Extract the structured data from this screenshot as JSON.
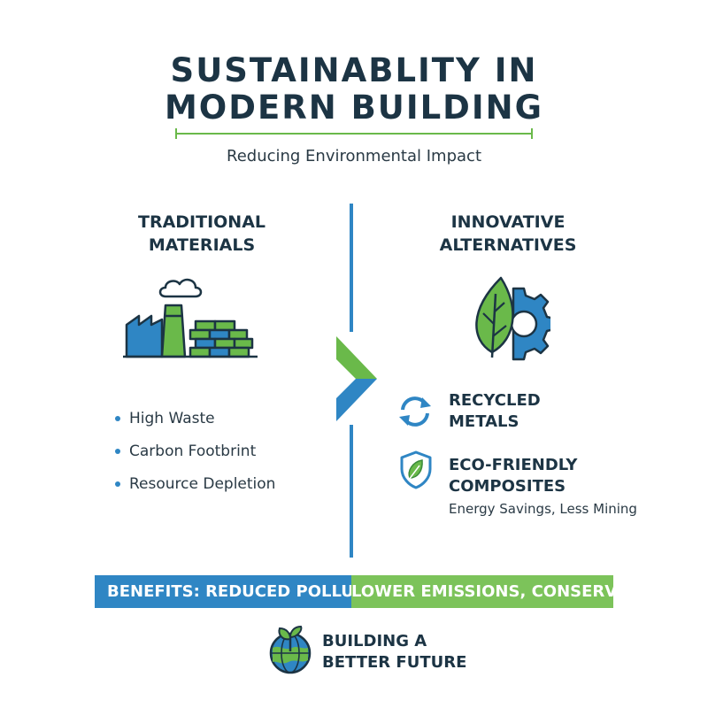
{
  "header": {
    "title_line1": "SUSTAINABLITY IN",
    "title_line2": "MODERN BUILDING",
    "subtitle": "Reducing Environmental Impact"
  },
  "left": {
    "heading_line1": "TRADITIONAL",
    "heading_line2": "MATERIALS",
    "icon": "factory-and-bricks-icon",
    "bullets": [
      "High Waste",
      "Carbon Footbrint",
      "Resource Depletion"
    ]
  },
  "right": {
    "heading_line1": "INNOVATIVE",
    "heading_line2": "ALTERNATIVES",
    "icon": "leaf-gear-icon",
    "items": [
      {
        "icon": "recycle-arrows-icon",
        "label_line1": "RECYCLED",
        "label_line2": "METALS"
      },
      {
        "icon": "leaf-shield-icon",
        "label_line1": "ECO-FRIENDLY",
        "label_line2": "COMPOSITES"
      }
    ],
    "note": "Energy Savings, Less Mining"
  },
  "banner": {
    "part1": "BENEFITS: REDUCED POLLUTION,",
    "part2": "LOWER EMISSIONS, CONSERVATION"
  },
  "footer": {
    "icon": "sprout-globe-icon",
    "line1": "BUILDING A",
    "line2": "BETTER FUTURE"
  },
  "colors": {
    "navy": "#1c3444",
    "blue": "#2f86c4",
    "green": "#7cc35a",
    "dark_green": "#3a8a3a"
  }
}
